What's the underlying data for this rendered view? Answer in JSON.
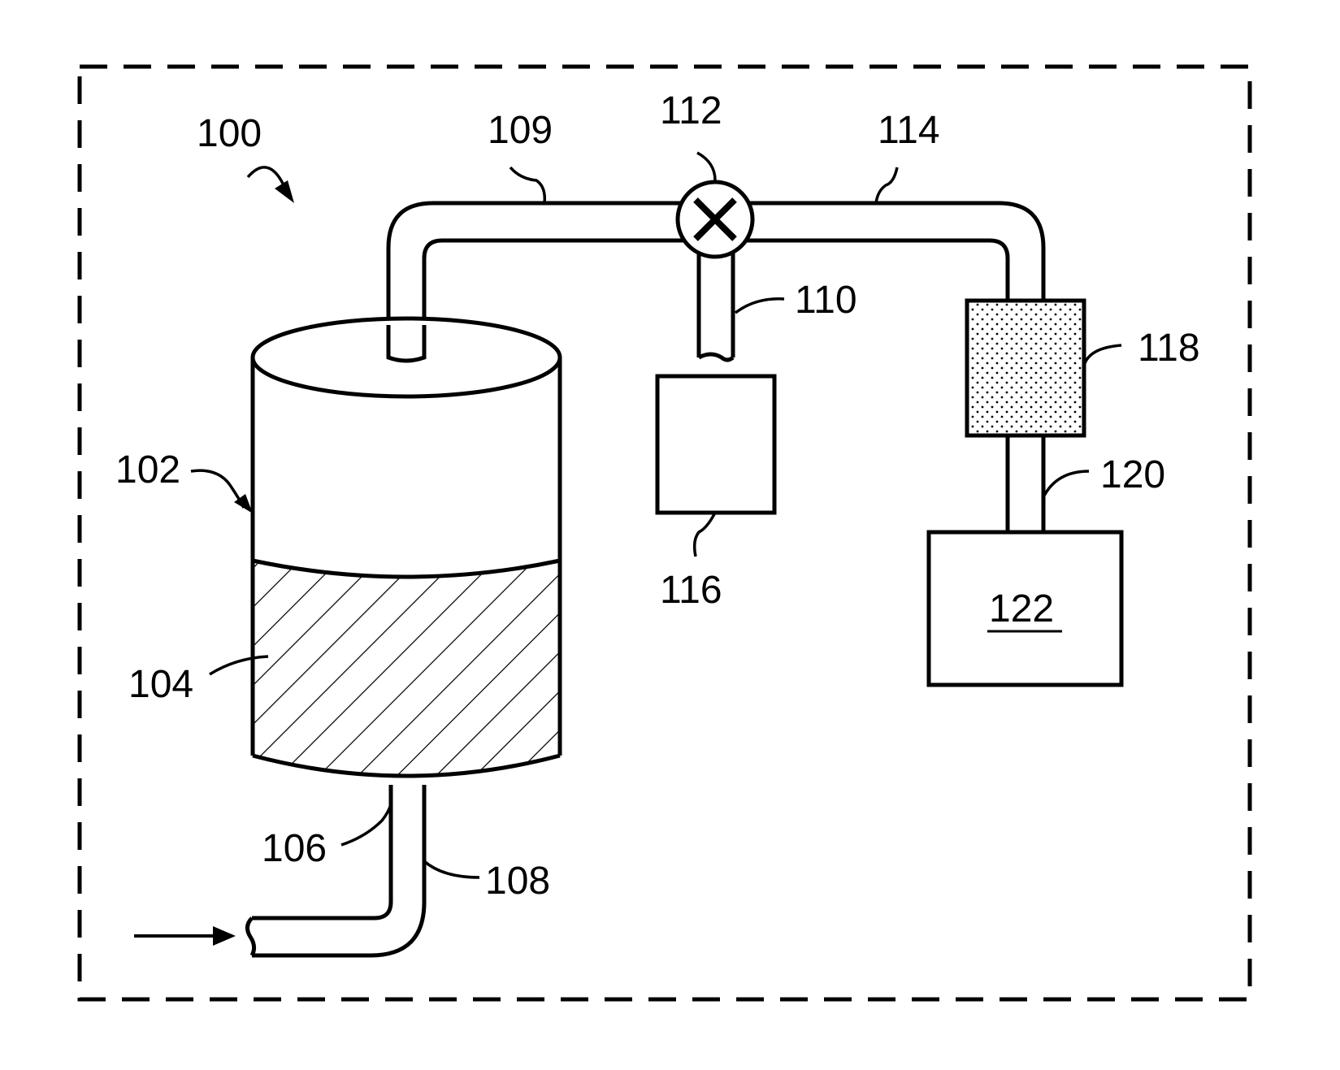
{
  "figure": {
    "labels": {
      "system": "100",
      "vessel": "102",
      "bed": "104",
      "inlet_outer_wall": "106",
      "inlet_inner_wall": "108",
      "outlet_line": "109",
      "branch_line": "110",
      "valve": "112",
      "line_to_filter": "114",
      "collector": "116",
      "filter": "118",
      "line_to_unit": "120",
      "unit": "122"
    },
    "colors": {
      "line": "#000000",
      "background": "#ffffff"
    },
    "icons": {
      "valve": "valve-cross-icon",
      "flow": "arrow-right-icon"
    }
  }
}
